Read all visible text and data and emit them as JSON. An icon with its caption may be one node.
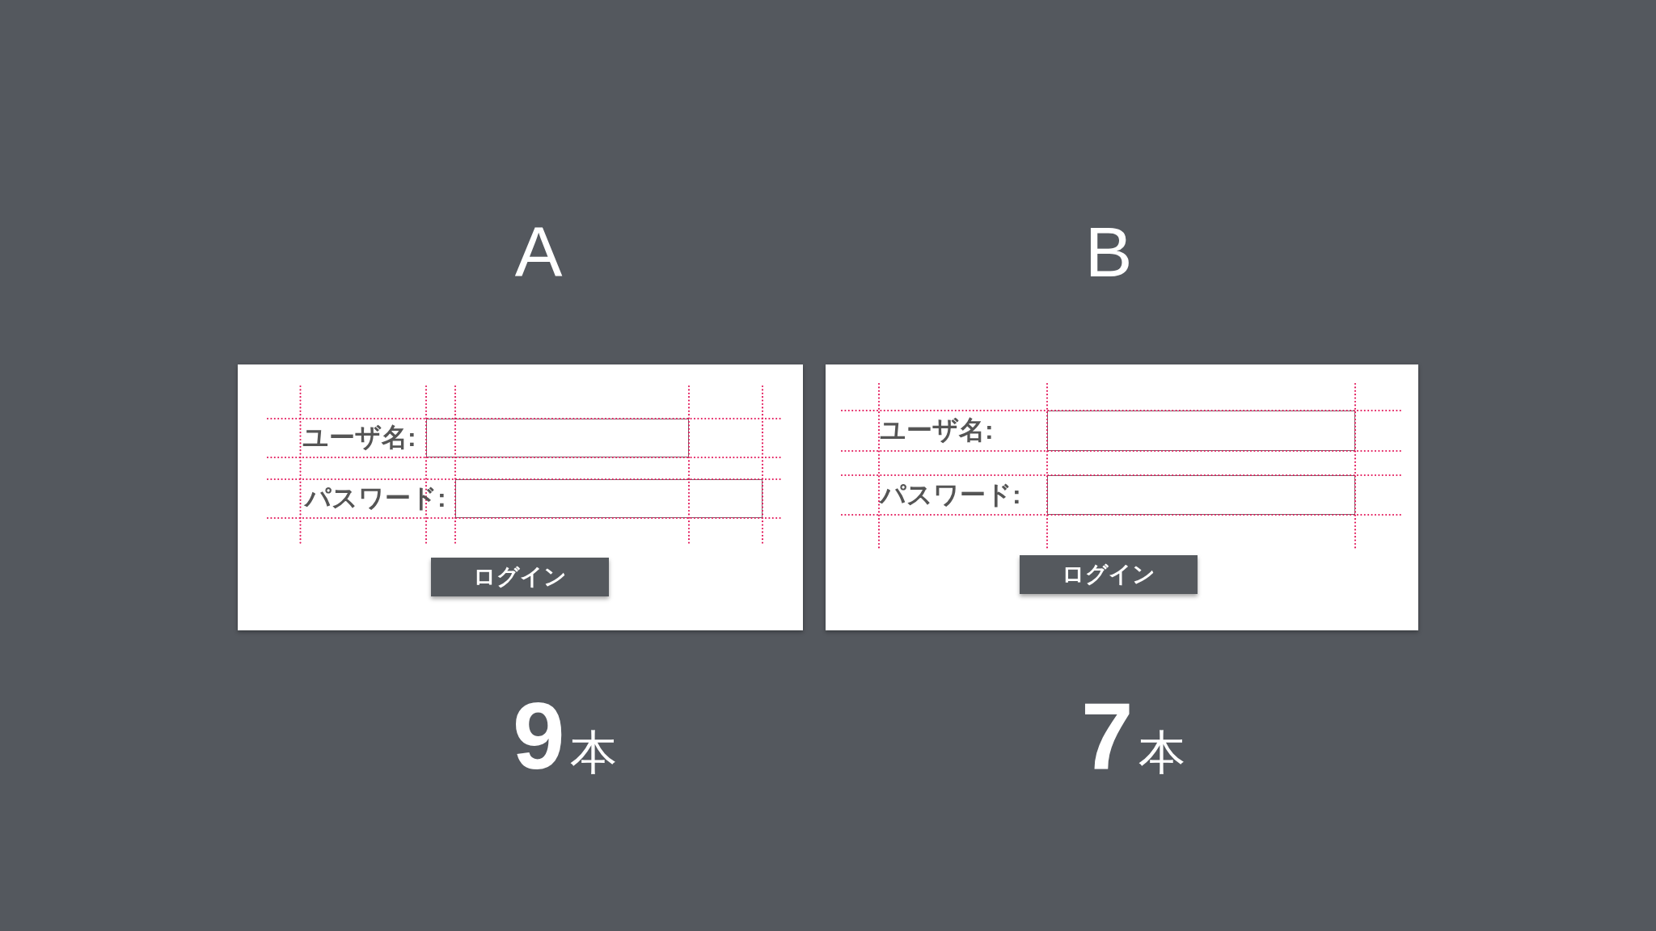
{
  "diagram": {
    "nodes": [
      {
        "text": [
          "A"
        ],
        "beside": [
          "**9**本"
        ]
      },
      {
        "text": [],
        "shape": "box",
        "in": 0,
        "beside": [
          "ユーザ名:"
        ]
      },
      {
        "text": [],
        "shape": "box",
        "in": 0,
        "beside": [
          "パスワード:"
        ]
      },
      {
        "text": [
          "ログイン"
        ],
        "in": 0
      },
      {
        "text": [
          "B"
        ],
        "beside": [
          "**7**本"
        ]
      },
      {
        "text": [],
        "shape": "box",
        "in": 4,
        "beside": [
          "ユーザ名:"
        ]
      },
      {
        "text": [],
        "shape": "box",
        "in": 4,
        "beside": [
          "パスワード:"
        ]
      },
      {
        "text": [
          "ログイン"
        ],
        "in": 4
      }
    ]
  }
}
